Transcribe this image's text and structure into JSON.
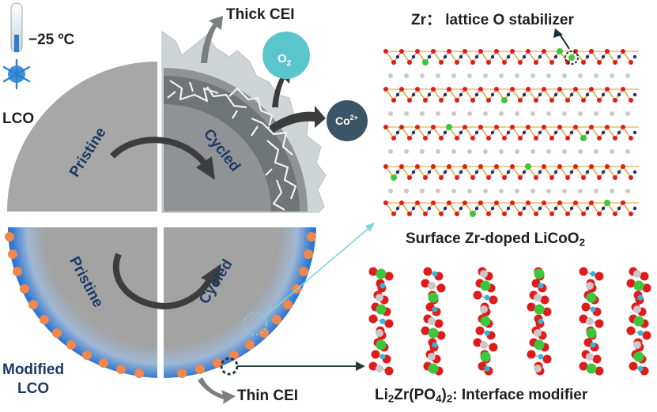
{
  "labels": {
    "temperature": "−25 ºC",
    "lco": "LCO",
    "modified_line1": "Modified",
    "modified_line2": "LCO",
    "thick_cei": "Thick CEI",
    "thin_cei": "Thin CEI",
    "pristine_top": "Pristine",
    "cycled_top": "Cycled",
    "pristine_bottom": "Pristine",
    "cycled_bottom": "Cycled",
    "o2_main": "O",
    "o2_sub": "2",
    "co_main": "Co",
    "co_sup": "2+",
    "zr_title": "Zr： lattice O stabilizer",
    "surface_prefix": "Surface Zr-doped LiCoO",
    "surface_sub": "2",
    "li2_a": "Li",
    "li2_b": "2",
    "li2_c": "Zr(PO",
    "li2_d": "4",
    "li2_e": ")",
    "li2_f": "2",
    "li2_g": ": Interface modifier"
  },
  "colors": {
    "navy_text": "#1d3a66",
    "particle_gray": "#a6a6a6",
    "cei_light": "#cfd4d6",
    "coating_orange": "#f0874c",
    "blue_glow": "#3a7fd5",
    "o2_bubble": "#5ac6cc",
    "co_bubble": "#3b5466",
    "atom_red": "#e01b1b",
    "atom_green": "#3cc63c",
    "atom_gray": "#c9c9c9",
    "atom_navy": "#1c2a8a",
    "atom_cyan": "#33b6d8",
    "bond_orange": "#e39a22"
  },
  "icons": [
    "thermometer-icon",
    "snowflake-icon",
    "cycle-arrow-icon",
    "release-arrow-icon",
    "callout-arrow-icon"
  ]
}
